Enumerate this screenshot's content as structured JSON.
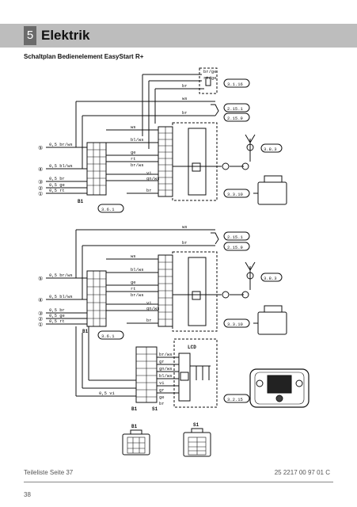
{
  "section": {
    "number": "5",
    "title": "Elektrik"
  },
  "subtitle": "Schaltplan Bedienelement EasyStart R+",
  "refs_top": [
    "3.1.16",
    "2.15.1",
    "2.15.9",
    "3.8.3",
    "3.3.10",
    "3.6.1"
  ],
  "refs_bottom": [
    "2.15.1",
    "2.15.9",
    "3.8.3",
    "3.3.10",
    "3.6.1",
    "3.2.15"
  ],
  "pins_left": [
    "⑤",
    "④",
    "③",
    "②",
    "①"
  ],
  "wire_labels_left": [
    "0,5 br/ws",
    "0,5 bl/ws",
    "0,5 br",
    "0,5 ge",
    "0,5 rt"
  ],
  "wire_labels_top": [
    "br/ge",
    "rt/ge",
    "br",
    "ws",
    "br",
    "ws",
    "bl/ws",
    "ge",
    "rt",
    "br/ws",
    "vi",
    "gn/ws",
    "br"
  ],
  "wire_labels_lcd": [
    "br/ws",
    "gr",
    "gn/ws",
    "bl/ws",
    "vi",
    "gr",
    "ge",
    "br"
  ],
  "wire_label_vi": "0,5 vi",
  "connector_labels": [
    "B1",
    "B1",
    "B1",
    "S1"
  ],
  "lcd_label": "LCD",
  "bottom_connectors": [
    "B1",
    "S1"
  ],
  "footer": {
    "left": "Teileliste Seite 37",
    "right": "25 2217 00 97 01 C",
    "page": "38"
  }
}
